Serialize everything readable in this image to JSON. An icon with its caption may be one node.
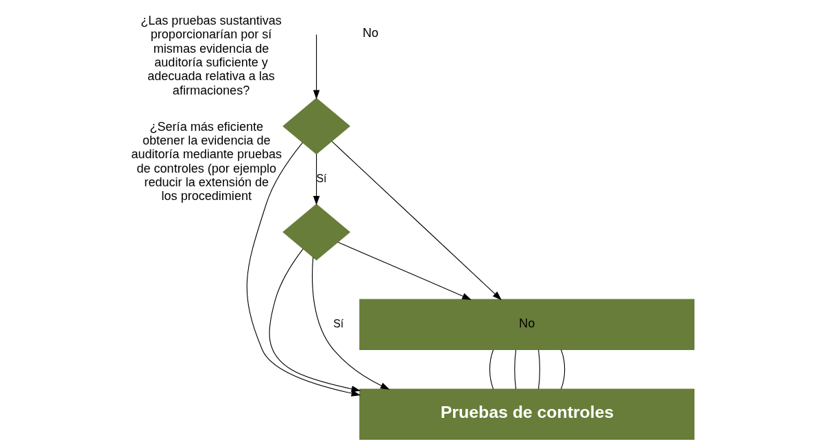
{
  "diagram": {
    "nodes": [
      {
        "text": [],
        "shape": "diamond",
        "beside": [
          "¿Las pruebas sustantivas proporcionarían por sí mismas evidencia de auditoría suficiente y adecuada relativa a las afirmaciones?"
        ]
      },
      {
        "text": [],
        "shape": "diamond",
        "beside": [
          "¿Sería más eficiente obtener la evidencia de auditoría mediante pruebas de controles (por ejemplo reducir la extensión de los procedimient"
        ]
      },
      {
        "text": [
          "No"
        ]
      },
      {
        "text": [
          "Pruebas de controles"
        ]
      }
    ],
    "edges": [
      {
        "from": null,
        "to": 0,
        "arrow": "to"
      },
      {
        "from": 0,
        "to": 1,
        "arrow": "to",
        "label": "Sí"
      },
      {
        "from": 0,
        "to": 2,
        "arrow": "to"
      },
      {
        "from": 0,
        "to": 3,
        "arrow": "to"
      },
      {
        "from": 1,
        "to": 2,
        "arrow": "to"
      },
      {
        "from": 1,
        "to": 3,
        "arrow": "to"
      },
      {
        "from": 1,
        "to": 3,
        "arrow": "to",
        "label": "Sí"
      },
      {
        "from": 2,
        "to": 3,
        "arrow": "none"
      },
      {
        "from": 2,
        "to": 3,
        "arrow": "none"
      },
      {
        "from": 2,
        "to": 3,
        "arrow": "none"
      },
      {
        "from": 2,
        "to": 3,
        "arrow": "none"
      }
    ],
    "labels": [
      "No"
    ]
  }
}
